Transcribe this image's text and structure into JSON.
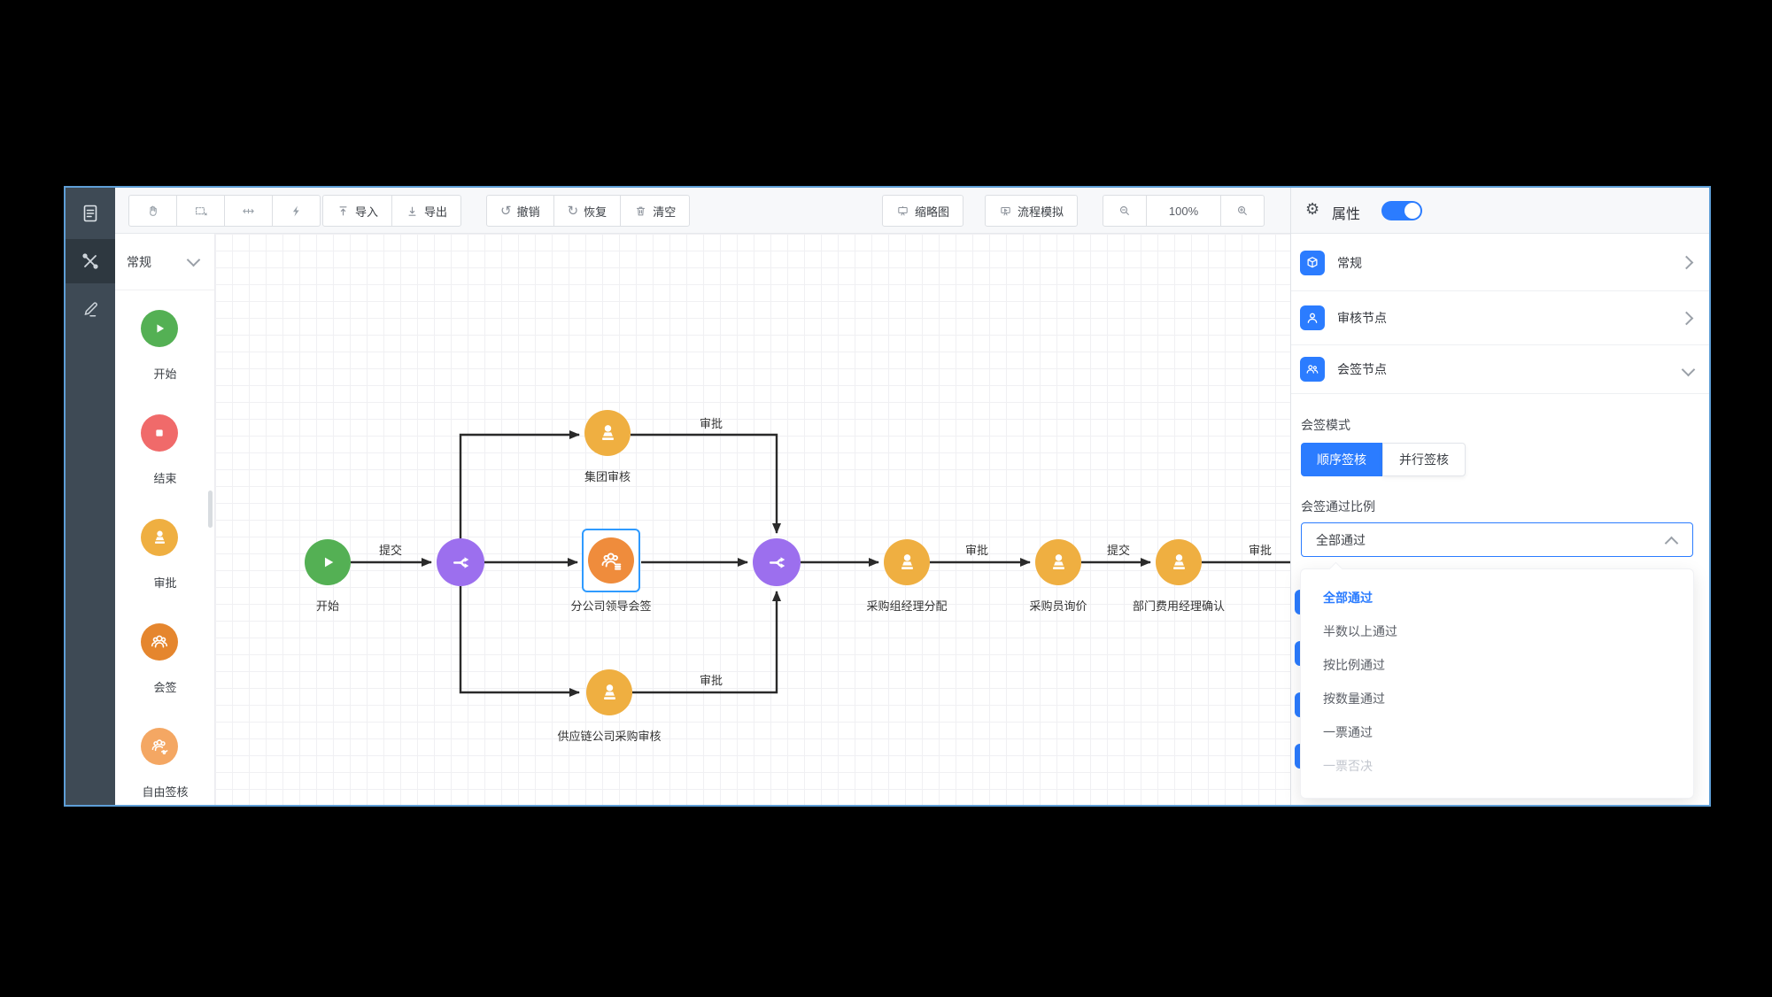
{
  "app": {
    "accent": "#2b7cff",
    "selection_color": "#2f9bff"
  },
  "toolbar": {
    "tool_icons": [
      "hand-tool",
      "marquee-select-tool",
      "move-tool",
      "quick-connect-tool"
    ],
    "import_label": "导入",
    "export_label": "导出",
    "undo_label": "撤销",
    "redo_label": "恢复",
    "clear_label": "清空",
    "minimap_label": "缩略图",
    "simulate_label": "流程模拟",
    "zoom_level": "100%"
  },
  "sidebar_rail": {
    "icons": [
      "document",
      "flow-tools",
      "pencil"
    ]
  },
  "palette": {
    "group_label": "常规",
    "items": [
      {
        "label": "开始",
        "color": "#54b054",
        "icon": "play"
      },
      {
        "label": "结束",
        "color": "#f06a6a",
        "icon": "stop"
      },
      {
        "label": "审批",
        "color": "#efaf41",
        "icon": "stamp"
      },
      {
        "label": "会签",
        "color": "#e5862e",
        "icon": "users"
      },
      {
        "label": "自由签核",
        "color": "#f4a763",
        "icon": "users-free"
      }
    ]
  },
  "canvas": {
    "nodes": [
      {
        "label": "开始",
        "type": "start",
        "color": "#54b054"
      },
      {
        "label": "",
        "type": "gateway",
        "color": "#9c6fee"
      },
      {
        "label": "集团审核",
        "type": "approve",
        "color": "#efaf41"
      },
      {
        "label": "分公司领导会签",
        "type": "countersign",
        "color": "#ef8c3c",
        "selected": true
      },
      {
        "label": "供应链公司采购审核",
        "type": "approve",
        "color": "#efaf41"
      },
      {
        "label": "",
        "type": "gateway",
        "color": "#9c6fee"
      },
      {
        "label": "采购组经理分配",
        "type": "approve",
        "color": "#efaf41"
      },
      {
        "label": "采购员询价",
        "type": "approve",
        "color": "#efaf41"
      },
      {
        "label": "部门费用经理确认",
        "type": "approve",
        "color": "#efaf41"
      }
    ],
    "edge_labels": [
      "提交",
      "审批",
      "审批",
      "审批",
      "提交",
      "审批"
    ]
  },
  "panel": {
    "title": "属性",
    "toggle_on": true,
    "sections": [
      {
        "label": "常规",
        "icon": "cube"
      },
      {
        "label": "审核节点",
        "icon": "user"
      },
      {
        "label": "会签节点",
        "icon": "users"
      }
    ],
    "sign_mode": {
      "label": "会签模式",
      "options": [
        "顺序签核",
        "并行签核"
      ],
      "selected": "顺序签核"
    },
    "pass_ratio": {
      "label": "会签通过比例",
      "value": "全部通过",
      "options": [
        "全部通过",
        "半数以上通过",
        "按比例通过",
        "按数量通过",
        "一票通过",
        "一票否决"
      ],
      "selected": "全部通过",
      "disabled": "一票否决"
    }
  }
}
